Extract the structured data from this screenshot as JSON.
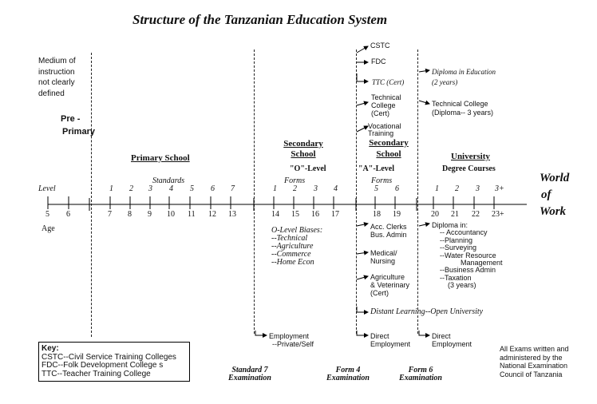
{
  "title": "Structure of the Tanzanian Education System",
  "medium_note": [
    "Medium of",
    "instruction",
    "not clearly",
    "defined"
  ],
  "pre_primary": [
    "Pre -",
    "Primary"
  ],
  "primary": {
    "heading": "Primary School",
    "standards_label": "Standards",
    "standard_numbers": [
      "1",
      "2",
      "3",
      "4",
      "5",
      "6",
      "7"
    ]
  },
  "olevel": {
    "heading": [
      "Secondary",
      "School"
    ],
    "level": "\"O\"-Level",
    "forms_label": "Forms",
    "form_numbers": [
      "1",
      "2",
      "3",
      "4"
    ]
  },
  "alevel": {
    "heading": [
      "Secondary",
      "School"
    ],
    "level": "\"A\"-Level",
    "forms_label": "Forms",
    "form_numbers": [
      "5",
      "6"
    ]
  },
  "university": {
    "heading": "University",
    "sub": "Degree Courses",
    "year_numbers": [
      "1",
      "2",
      "3",
      "3+"
    ]
  },
  "world_of_work": [
    "World",
    "of",
    "Work"
  ],
  "level_label": "Level",
  "age_label": "Age",
  "ages": [
    "5",
    "6",
    "7",
    "8",
    "9",
    "10",
    "11",
    "12",
    "13",
    "14",
    "15",
    "16",
    "17",
    "18",
    "19",
    "20",
    "21",
    "22",
    "23+"
  ],
  "colleges": {
    "cstc": "CSTC",
    "fdc": "FDC",
    "ttc": "TTC (Cert)",
    "technical_college": [
      "Technical",
      "College",
      "(Cert)"
    ],
    "vocational": [
      "Vocational",
      "Training"
    ],
    "diploma_education": [
      "Diploma in Education",
      "(2 years)"
    ],
    "technical_college_dip": [
      "Technical College",
      "(Diploma-- 3 years)"
    ]
  },
  "olevel_biases": [
    "O-Level Biases:",
    "--Technical",
    "--Agriculture",
    "--Commerce",
    "--Home Econ"
  ],
  "after_form6": {
    "acc_clerks": [
      "Acc. Clerks",
      "Bus. Admin"
    ],
    "medical": [
      "Medical/",
      "Nursing"
    ],
    "agriculture": [
      "Agriculture",
      "& Veterinary",
      "(Cert)"
    ]
  },
  "diploma_in": [
    "Diploma in:",
    "-- Accountancy",
    "--Planning",
    "--Surveying",
    "--Water Resource",
    "Management",
    "--Business Admin",
    "--Taxation",
    "(3 years)"
  ],
  "distant_learning": "Distant Learning--Open University",
  "employment": {
    "after_form4": [
      "Employment",
      "--Private/Self"
    ],
    "after_form6": [
      "Direct",
      "Employment"
    ],
    "after_university": [
      "Direct",
      "Employment"
    ]
  },
  "key": {
    "title": "Key:",
    "items": [
      "CSTC--Civil Service Training Colleges",
      "FDC--Folk Development College s",
      "TTC--Teacher Training College"
    ]
  },
  "exams": {
    "standard7": [
      "Standard 7",
      "Examination"
    ],
    "form4": [
      "Form 4",
      "Examination"
    ],
    "form6": [
      "Form 6",
      "Examination"
    ]
  },
  "exam_note": [
    "All Exams written and",
    "administered by the",
    "National Examination",
    "Council of Tanzania"
  ]
}
